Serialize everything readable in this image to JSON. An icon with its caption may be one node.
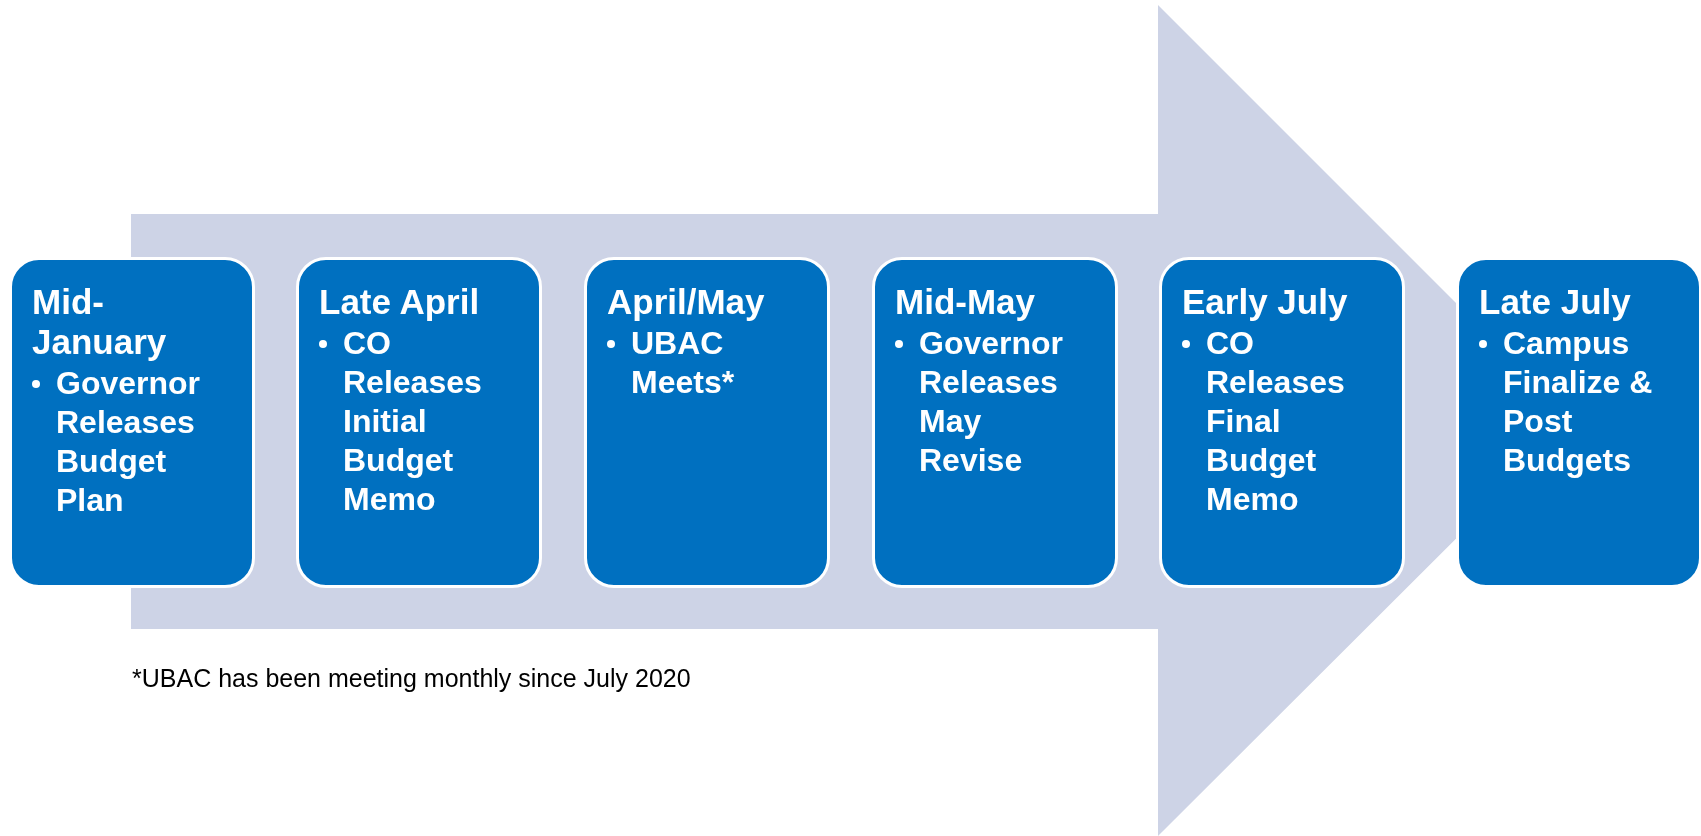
{
  "diagram": {
    "nodes": [
      {
        "text": [
          "Mid-January",
          "Governor Releases Budget Plan"
        ]
      },
      {
        "text": [
          "Late April",
          "CO Releases Initial Budget Memo"
        ]
      },
      {
        "text": [
          "April/May",
          "UBAC Meets*"
        ]
      },
      {
        "text": [
          "Mid-May",
          "Governor Releases May Revise"
        ]
      },
      {
        "text": [
          "Early July",
          "CO Releases Final Budget Memo"
        ]
      },
      {
        "text": [
          "Late July",
          "Campus Finalize & Post Budgets"
        ]
      }
    ],
    "edges": [
      {
        "from": 0,
        "to": 5,
        "arrow": "to"
      }
    ],
    "labels": [
      "*UBAC has been meeting monthly since July 2020"
    ]
  }
}
